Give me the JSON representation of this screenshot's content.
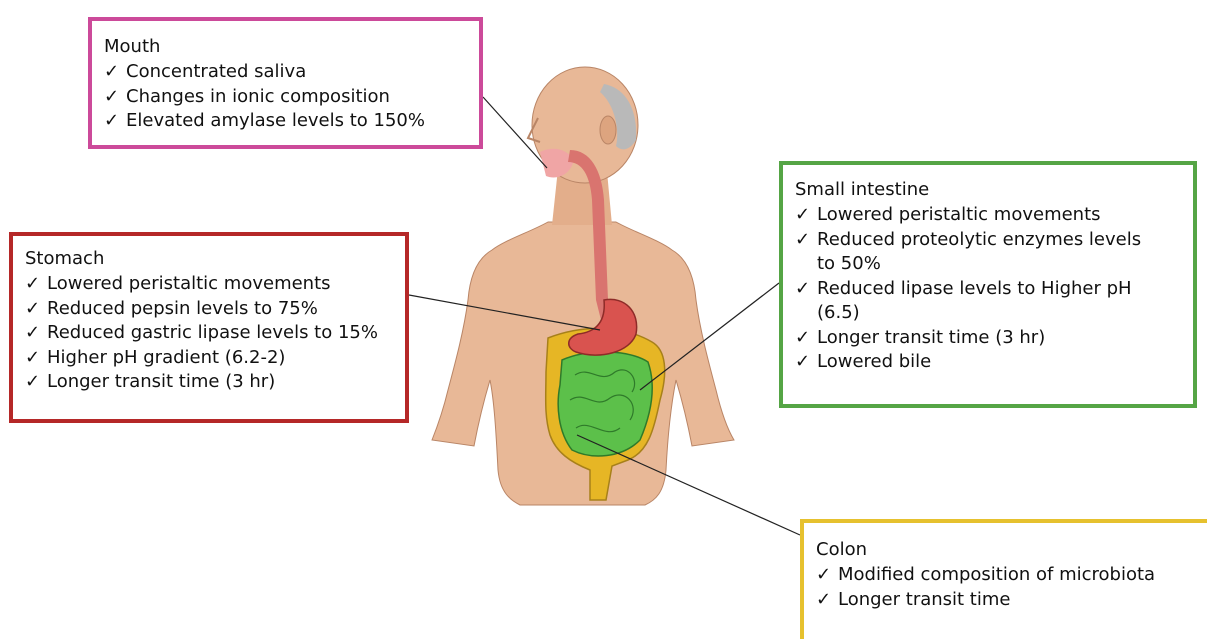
{
  "checkmark": "✓",
  "boxes": {
    "mouth": {
      "title": "Mouth",
      "items": [
        "Concentrated saliva",
        "Changes in ionic composition",
        "Elevated amylase levels to 150%"
      ]
    },
    "stomach": {
      "title": "Stomach",
      "items": [
        "Lowered peristaltic movements",
        "Reduced pepsin levels to 75%",
        "Reduced gastric lipase levels to 15%",
        "Higher pH gradient (6.2-2)",
        "Longer transit time (3 hr)"
      ]
    },
    "small_intestine": {
      "title": "Small intestine",
      "items": [
        "Lowered peristaltic movements",
        "Reduced proteolytic enzymes levels",
        "to 50%",
        "Reduced lipase levels to Higher pH",
        "(6.5)",
        "Longer transit time (3 hr)",
        "Lowered bile"
      ],
      "continuation_lines": [
        2,
        4
      ]
    },
    "colon": {
      "title": "Colon",
      "items": [
        "Modified composition of microbiota",
        "Longer transit time"
      ]
    }
  },
  "colors": {
    "mouth_border": "#cc4a9a",
    "stomach_border": "#b52828",
    "small_intestine_border": "#55a545",
    "colon_border": "#e6c12e",
    "skin": "#e8b897",
    "stomach_organ": "#d9534f",
    "small_intestine_organ": "#5cc04a",
    "colon_organ": "#e6b625",
    "esophagus": "#d9746f",
    "leader_line": "#222222"
  }
}
